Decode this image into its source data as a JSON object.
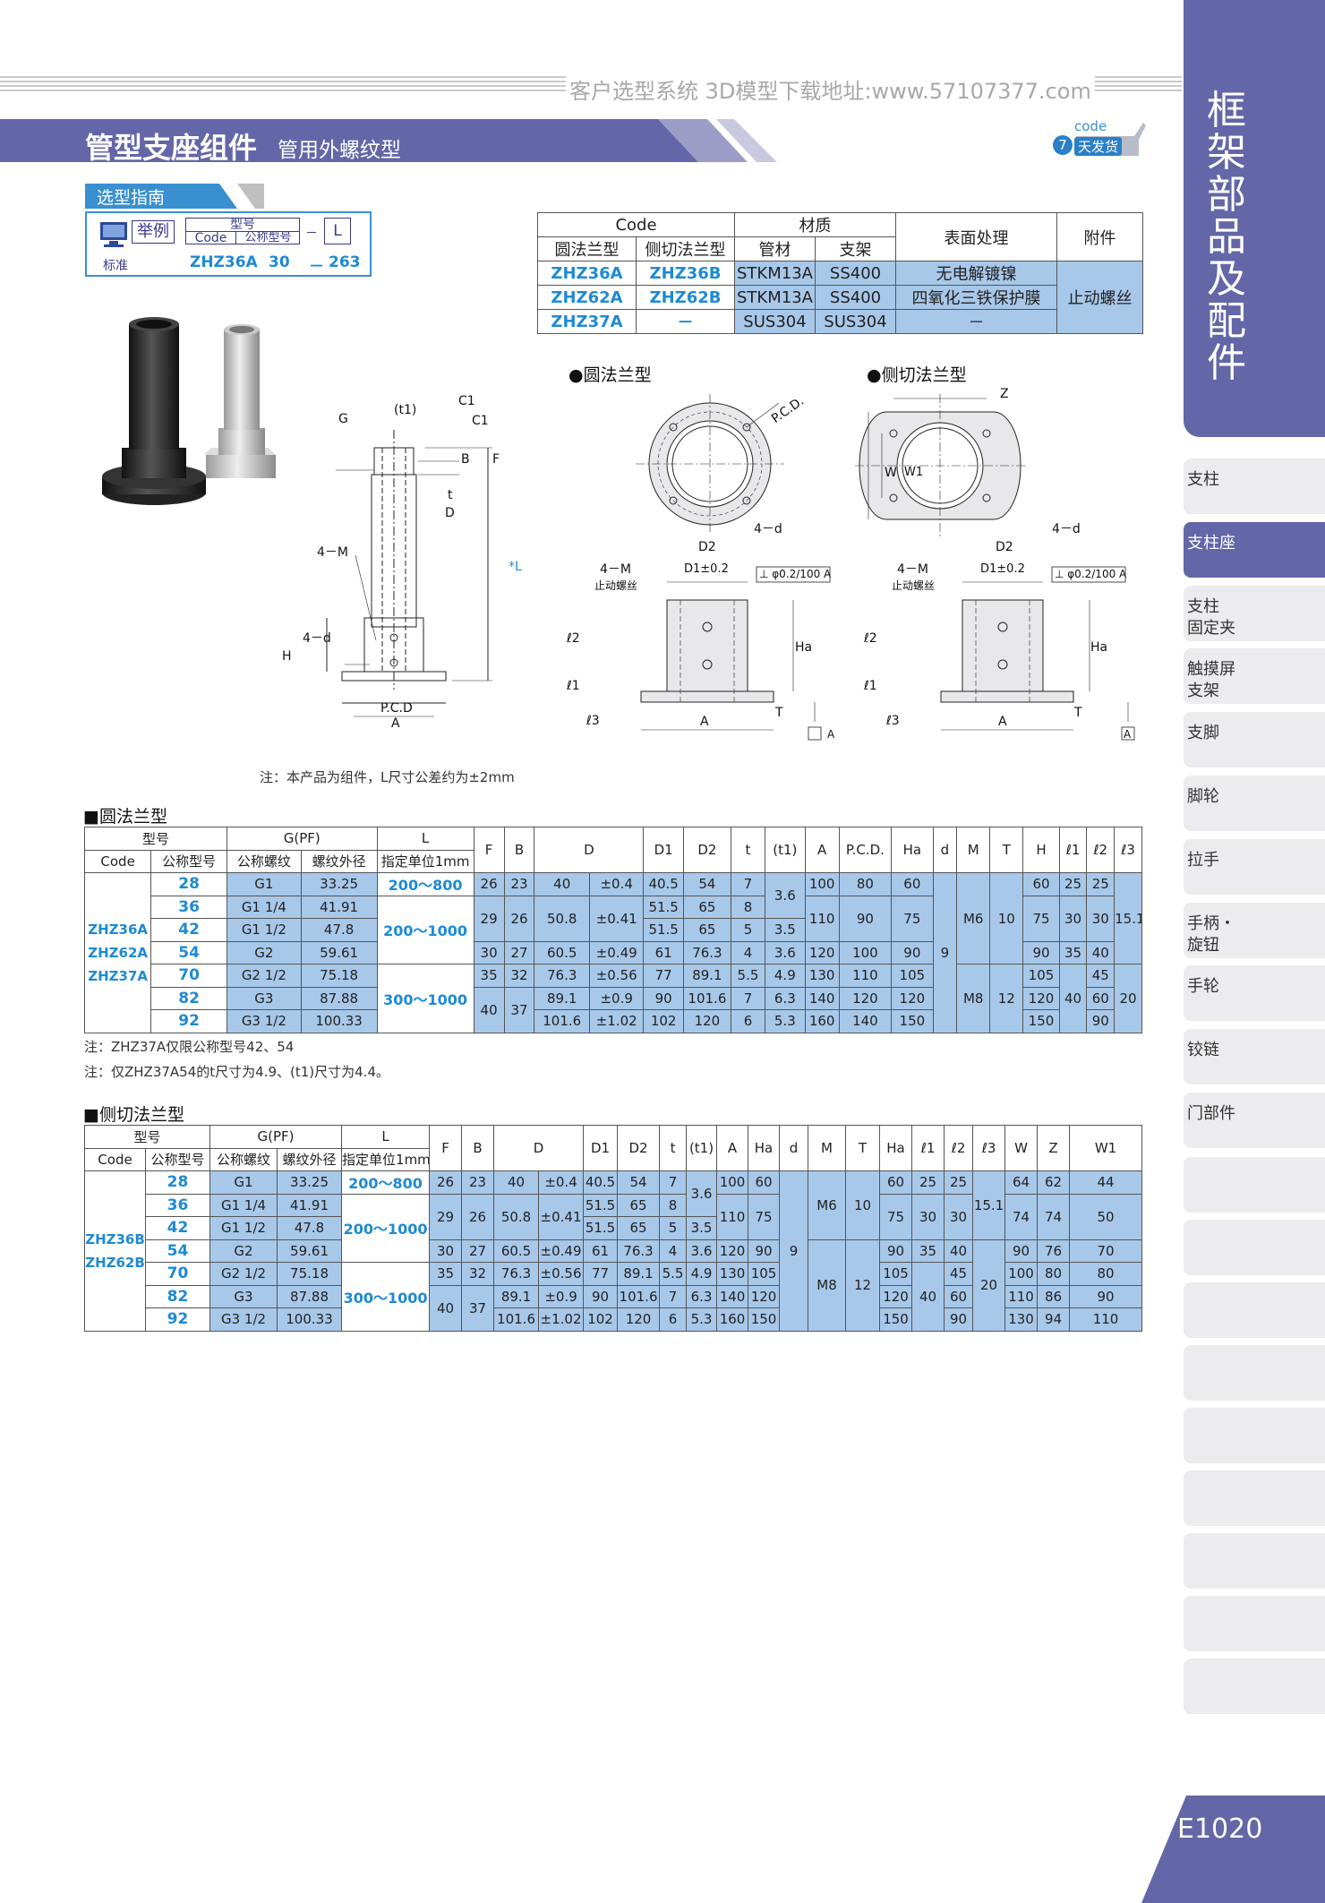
{
  "header": {
    "url_text": "客户选型系统  3D模型下载地址:www.57107377.com"
  },
  "title": {
    "main": "管型支座组件",
    "sub": "管用外螺纹型"
  },
  "badge": {
    "code": "code",
    "days": "7",
    "label": "天发货"
  },
  "side": {
    "title": "框架部品及配件",
    "tabs": [
      "支柱",
      "支柱座",
      "支柱\n固定夹",
      "触摸屏\n支架",
      "支脚",
      "脚轮",
      "拉手",
      "手柄・\n旋钮",
      "手轮",
      "铰链",
      "门部件"
    ],
    "active": "支柱座",
    "page": "E1020"
  },
  "guide": {
    "label": "选型指南",
    "example": "举例",
    "model": "型号",
    "code": "Code",
    "nominal": "公称型号",
    "L": "L",
    "standard": "标准",
    "ex_code": "ZHZ36A",
    "ex_nominal": "30",
    "ex_dash": "－",
    "ex_L": "263"
  },
  "material_table": {
    "h_code": "Code",
    "h_material": "材质",
    "h_surface": "表面处理",
    "h_attach": "附件",
    "h_round": "圆法兰型",
    "h_side": "侧切法兰型",
    "h_pipe": "管材",
    "h_bracket": "支架",
    "rows": [
      {
        "round": "ZHZ36A",
        "side": "ZHZ36B",
        "pipe": "STKM13A",
        "bracket": "SS400",
        "surface": "无电解镀镍"
      },
      {
        "round": "ZHZ62A",
        "side": "ZHZ62B",
        "pipe": "STKM13A",
        "bracket": "SS400",
        "surface": "四氧化三铁保护膜"
      },
      {
        "round": "ZHZ37A",
        "side": "－",
        "pipe": "SUS304",
        "bracket": "SUS304",
        "surface": "－"
      }
    ],
    "attach": "止动螺丝"
  },
  "drawings": {
    "round_label": "●圆法兰型",
    "side_label": "●侧切法兰型",
    "labels": {
      "G": "G",
      "t1": "(t1)",
      "C1": "C1",
      "B": "B",
      "F": "F",
      "t": "t",
      "D": "D",
      "L": "*L",
      "M": "4－M",
      "d": "4－d",
      "H": "H",
      "PCD": "P.C.D",
      "A": "A",
      "PCD2": "P.C.D.",
      "D2": "D2",
      "D1": "D1±0.2",
      "tol": "⊥ φ0.2/100 A",
      "stopscrew": "止动螺丝",
      "l1": "ℓ1",
      "l2": "ℓ2",
      "l3": "ℓ3",
      "Ha": "Ha",
      "T": "T",
      "W": "W",
      "W1": "W1",
      "Z": "Z",
      "datum": "A"
    },
    "note": "注：本产品为组件，L尺寸公差约为±2mm"
  },
  "round_table": {
    "title": "■圆法兰型",
    "h": {
      "model": "型号",
      "code": "Code",
      "nominal": "公称型号",
      "gpf": "G(PF)",
      "thread": "公称螺纹",
      "od": "螺纹外径",
      "L": "L",
      "L2": "指定单位1mm",
      "F": "F",
      "B": "B",
      "D": "D",
      "D1": "D1",
      "D2": "D2",
      "t": "t",
      "t1": "(t1)",
      "A": "A",
      "PCD": "P.C.D.",
      "Ha": "Ha",
      "d": "d",
      "M": "M",
      "T": "T",
      "H": "H",
      "l1": "ℓ1",
      "l2": "ℓ2",
      "l3": "ℓ3"
    },
    "codes": "ZHZ36A\nZHZ62A\nZHZ37A",
    "rows": [
      {
        "n": "28",
        "g": "G1",
        "od": "33.25",
        "F": "26",
        "B": "23",
        "D": "40",
        "Dt": "±0.4",
        "D1": "40.5",
        "D2": "54",
        "t": "7",
        "A": "100",
        "PCD": "80",
        "Ha": "60",
        "H": "60",
        "l1": "25",
        "l2": "25"
      },
      {
        "n": "36",
        "g": "G1 1/4",
        "od": "41.91",
        "D1": "51.5",
        "D2": "65",
        "t": "8",
        "H": "75"
      },
      {
        "n": "42",
        "g": "G1 1/2",
        "od": "47.8",
        "D1": "51.5",
        "D2": "65",
        "t": "5",
        "t1": "3.5"
      },
      {
        "n": "54",
        "g": "G2",
        "od": "59.61",
        "F": "30",
        "B": "27",
        "D": "60.5",
        "Dt": "±0.49",
        "D1": "61",
        "D2": "76.3",
        "t": "4",
        "t1": "3.6",
        "A": "120",
        "PCD": "100",
        "Ha": "90",
        "H": "90",
        "l1": "35",
        "l2": "40"
      },
      {
        "n": "70",
        "g": "G2 1/2",
        "od": "75.18",
        "F": "35",
        "B": "32",
        "D": "76.3",
        "Dt": "±0.56",
        "D1": "77",
        "D2": "89.1",
        "t": "5.5",
        "t1": "4.9",
        "A": "130",
        "PCD": "110",
        "Ha": "105",
        "H": "105",
        "l2": "45"
      },
      {
        "n": "82",
        "g": "G3",
        "od": "87.88",
        "D": "89.1",
        "Dt": "±0.9",
        "D1": "90",
        "D2": "101.6",
        "t": "7",
        "t1": "6.3",
        "A": "140",
        "PCD": "120",
        "Ha": "120",
        "H": "120",
        "l2": "60"
      },
      {
        "n": "92",
        "g": "G3 1/2",
        "od": "100.33",
        "D": "101.6",
        "Dt": "±1.02",
        "D1": "102",
        "D2": "120",
        "t": "6",
        "t1": "5.3",
        "A": "160",
        "PCD": "140",
        "Ha": "150",
        "H": "150",
        "l2": "90"
      }
    ],
    "merged": {
      "t1_a": "3.6",
      "F_b": "29",
      "B_b": "26",
      "D_b": "50.8",
      "Dt_b": "±0.41",
      "A_b": "110",
      "PCD_b": "90",
      "Ha_b": "75",
      "l1_b": "30",
      "l2_b": "30",
      "F_c": "40",
      "B_c": "37",
      "l1_c": "40",
      "d": "9",
      "M_a": "M6",
      "T_a": "10",
      "M_b": "M8",
      "T_b": "12",
      "l3_a": "15.1",
      "l3_b": "20",
      "L_a": "200～800",
      "L_b": "200～1000",
      "L_c": "300～1000"
    },
    "notes": [
      "注：ZHZ37A仅限公称型号42、54",
      "注：仅ZHZ37A54的t尺寸为4.9、(t1)尺寸为4.4。"
    ]
  },
  "side_table": {
    "title": "■侧切法兰型",
    "codes": "ZHZ36B\nZHZ62B",
    "h": {
      "W": "W",
      "Z": "Z",
      "W1": "W1"
    },
    "rows": [
      {
        "n": "28",
        "g": "G1",
        "od": "33.25",
        "F": "26",
        "B": "23",
        "D": "40",
        "Dt": "±0.4",
        "D1": "40.5",
        "D2": "54",
        "t": "7",
        "A": "100",
        "Ha": "60",
        "Ha2": "60",
        "l1": "25",
        "l2": "25",
        "W": "64",
        "Z": "62",
        "W1": "44"
      },
      {
        "n": "36",
        "g": "G1 1/4",
        "od": "41.91",
        "D1": "51.5",
        "D2": "65",
        "t": "8",
        "Ha2": "75",
        "W": "74",
        "Z": "74",
        "W1": "50"
      },
      {
        "n": "42",
        "g": "G1 1/2",
        "od": "47.8",
        "D1": "51.5",
        "D2": "65",
        "t": "5",
        "t1": "3.5"
      },
      {
        "n": "54",
        "g": "G2",
        "od": "59.61",
        "F": "30",
        "B": "27",
        "D": "60.5",
        "Dt": "±0.49",
        "D1": "61",
        "D2": "76.3",
        "t": "4",
        "t1": "3.6",
        "A": "120",
        "Ha": "90",
        "Ha2": "90",
        "l1": "35",
        "l2": "40",
        "W": "90",
        "Z": "76",
        "W1": "70"
      },
      {
        "n": "70",
        "g": "G2 1/2",
        "od": "75.18",
        "F": "35",
        "B": "32",
        "D": "76.3",
        "Dt": "±0.56",
        "D1": "77",
        "D2": "89.1",
        "t": "5.5",
        "t1": "4.9",
        "A": "130",
        "Ha": "105",
        "Ha2": "105",
        "l2": "45",
        "W": "100",
        "Z": "80",
        "W1": "80"
      },
      {
        "n": "82",
        "g": "G3",
        "od": "87.88",
        "D": "89.1",
        "Dt": "±0.9",
        "D1": "90",
        "D2": "101.6",
        "t": "7",
        "t1": "6.3",
        "A": "140",
        "Ha": "120",
        "Ha2": "120",
        "l2": "60",
        "W": "110",
        "Z": "86",
        "W1": "90"
      },
      {
        "n": "92",
        "g": "G3 1/2",
        "od": "100.33",
        "D": "101.6",
        "Dt": "±1.02",
        "D1": "102",
        "D2": "120",
        "t": "6",
        "t1": "5.3",
        "A": "160",
        "Ha": "150",
        "Ha2": "150",
        "l2": "90",
        "W": "130",
        "Z": "94",
        "W1": "110"
      }
    ]
  },
  "colors": {
    "brand": "#6366a7",
    "table_blue": "#a8c8ea",
    "code_blue": "#1e8ad4"
  }
}
